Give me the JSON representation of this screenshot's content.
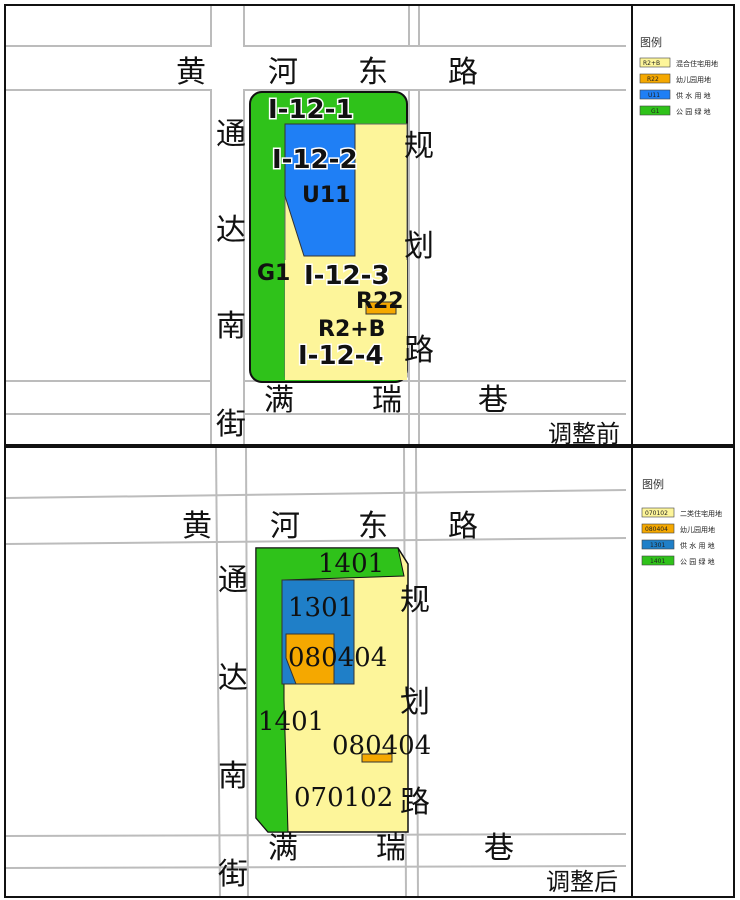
{
  "top_panel": {
    "caption": "调整前",
    "legend": {
      "title": "图例",
      "items": [
        {
          "code": "R2+B",
          "label": "混合住宅用地",
          "color": "#fdf59a"
        },
        {
          "code": "R22",
          "label": "幼儿园用地",
          "color": "#f5a800"
        },
        {
          "code": "U11",
          "label": "供 水 用 地",
          "color": "#1f7ff5"
        },
        {
          "code": "G1",
          "label": "公 园 绿 地",
          "color": "#2fc21a"
        }
      ]
    },
    "roads": {
      "north": [
        "黄",
        "河",
        "东",
        "路"
      ],
      "west": [
        "通",
        "达",
        "南",
        "街"
      ],
      "east": [
        "规",
        "划",
        "路"
      ],
      "south": [
        "满",
        "瑞",
        "巷"
      ]
    },
    "parcels": {
      "p1": "I-12-1",
      "p2": "I-12-2",
      "p3": "I-12-3",
      "p4": "I-12-4",
      "u11": "U11",
      "g1": "G1",
      "r22": "R22",
      "r2b": "R2+B"
    }
  },
  "bottom_panel": {
    "caption": "调整后",
    "legend": {
      "title": "图例",
      "items": [
        {
          "code": "070102",
          "label": "二类住宅用地",
          "color": "#fdf59a"
        },
        {
          "code": "080404",
          "label": "幼儿园用地",
          "color": "#f5a800"
        },
        {
          "code": "1301",
          "label": "供 水 用 地",
          "color": "#1f7fc8"
        },
        {
          "code": "1401",
          "label": "公 园 绿 地",
          "color": "#2fc21a"
        }
      ]
    },
    "roads": {
      "north": [
        "黄",
        "河",
        "东",
        "路"
      ],
      "west": [
        "通",
        "达",
        "南",
        "街"
      ],
      "east": [
        "规",
        "划",
        "路"
      ],
      "south": [
        "满",
        "瑞",
        "巷"
      ]
    },
    "parcels": {
      "green_top": "1401",
      "water": "1301",
      "kinder_a": "080404",
      "green_west": "1401",
      "kinder_b": "080404",
      "residential": "070102"
    }
  }
}
